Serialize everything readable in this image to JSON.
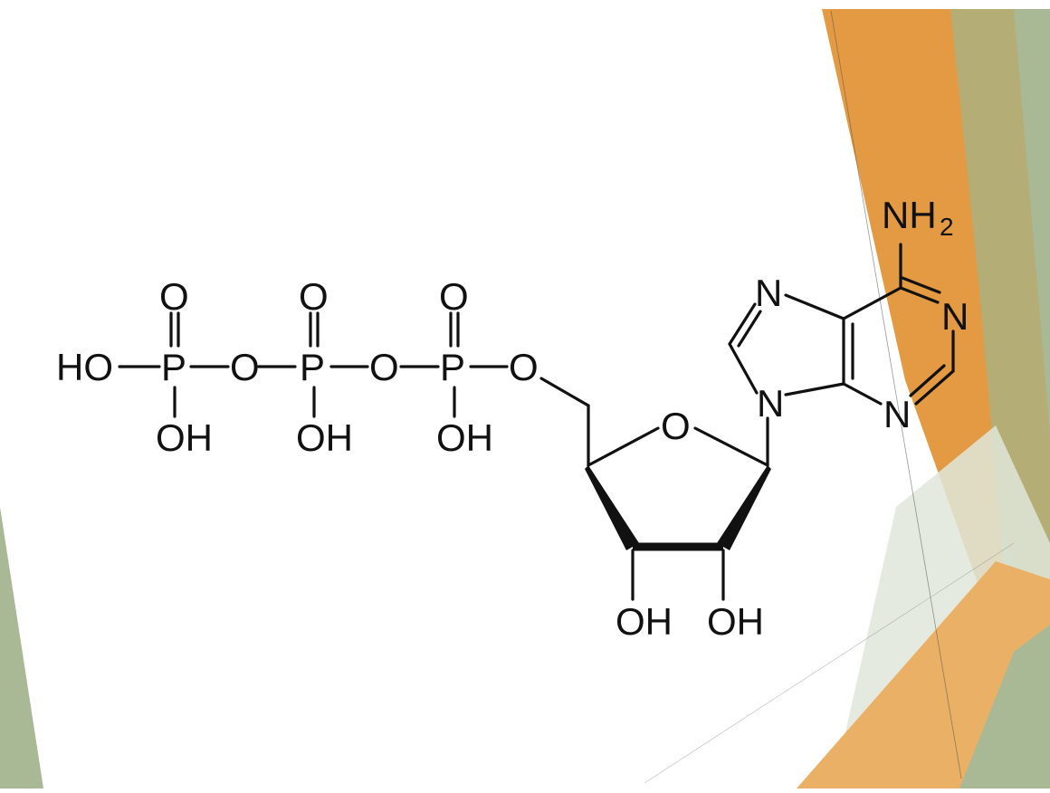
{
  "slide": {
    "colors": {
      "background": "#ffffff",
      "orange": "#e39a42",
      "orange_light": "#eab066",
      "olive": "#b5ad76",
      "sage": "#a9b995",
      "sage_light": "#dfe6d9",
      "ink": "#111111"
    }
  },
  "molecule": {
    "phosphates": [
      {
        "group_label": "HO",
        "p_label": "P",
        "oxo_label": "O",
        "hydroxyl_label": "OH",
        "bridge_label": "O"
      },
      {
        "p_label": "P",
        "oxo_label": "O",
        "hydroxyl_label": "OH",
        "bridge_label": "O"
      },
      {
        "p_label": "P",
        "oxo_label": "O",
        "hydroxyl_label": "OH",
        "bridge_label": "O"
      }
    ],
    "ribose": {
      "ring_oxygen": "O",
      "hydroxyl_left": "OH",
      "hydroxyl_right": "OH"
    },
    "adenine": {
      "amine_main": "NH",
      "amine_subscript": "2",
      "n_top": "N",
      "n_right": "N",
      "n_bottom_right": "N",
      "n_glycosidic": "N"
    }
  }
}
